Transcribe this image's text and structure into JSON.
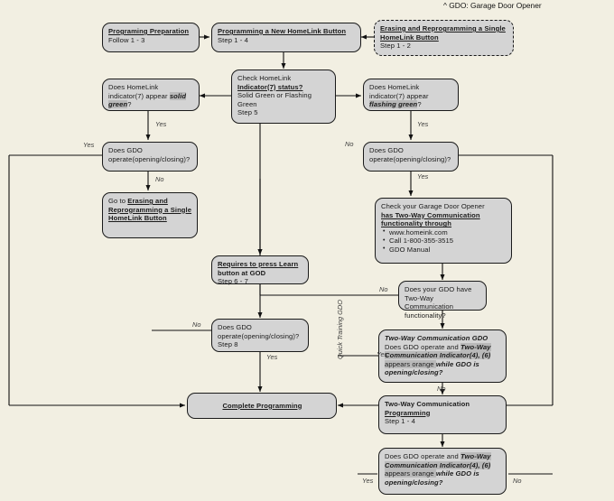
{
  "page": {
    "footnote": "^ GDO: Garage Door Opener",
    "vertical_label": "Quick Training GDO",
    "bg_color": "#f2efe2",
    "node_fill": "#d4d4d4",
    "highlight_color": "#b9b9b9"
  },
  "nodes": {
    "prep": {
      "title": "Programing Preparation",
      "line2": "Follow 1 - 3"
    },
    "program_new": {
      "title": "Programming a New HomeLink Button",
      "line2": "Step 1 - 4"
    },
    "erase_reprogram": {
      "title1": "Erasing and Reprogramming a Single",
      "title2": "HomeLink Button",
      "line3": "Step 1 - 2"
    },
    "check_indicator": {
      "line1": "Check HomeLink",
      "line2": "Indicator(7) status?",
      "line3": "Solid Green or Flashing",
      "line4": "Green",
      "line5": "Step 5"
    },
    "solid_green_q": {
      "pre": "Does HomeLink indicator(7) appear ",
      "hl": "solid green",
      "post": "?"
    },
    "flashing_green_q": {
      "pre": "Does HomeLink indicator(7) appear ",
      "hl": "flashing green",
      "post": "?"
    },
    "gdo_operate_left": {
      "line1": "Does GDO",
      "line2": "operate(opening/closing)?"
    },
    "goto_erase": {
      "pre": "Go to ",
      "link": "Erasing and Reprogramming a Single HomeLink Button"
    },
    "gdo_operate_right": {
      "line1": "Does GDO",
      "line2": "operate(opening/closing)?"
    },
    "check_two_way": {
      "line1": "Check your Garage Door Opener",
      "line2": "has Two-Way Communication",
      "line3": "functionality through",
      "bullets": [
        "www.homeink.com",
        "Call 1-800-355-3515",
        "GDO Manual"
      ]
    },
    "learn_button": {
      "title": "Requires to press Learn",
      "line2": "button at GOD",
      "line3": "Step 6 - 7"
    },
    "gdo_operate_step8": {
      "line1": "Does GDO",
      "line2": "operate(opening/closing)?",
      "line3": "Step 8"
    },
    "has_two_way_q": {
      "line1": "Does your GDO have",
      "line2": "Two-Way Communication",
      "line3": "functionality?"
    },
    "two_way_gdo_q": {
      "heading": "Two-Way Communication GDO",
      "pre": "Does GDO operate and ",
      "hl": "Two-Way Communication Indicator(4), (6)",
      "mid": " appears orange ",
      "post": "while GDO is opening/closing?"
    },
    "two_way_programming": {
      "line1": "Two-Way Communication",
      "line2": "Programming",
      "line3": "Step 1 - 4"
    },
    "final_q": {
      "pre": "Does GDO operate and ",
      "hl": "Two-Way Communication Indicator(4), (6)",
      "mid": " appears orange ",
      "post": "while GDO is opening/closing?"
    },
    "complete": {
      "title": "Complete Programming"
    }
  },
  "edge_labels": {
    "solid_green_yes": "Yes",
    "gdo_left_yes": "Yes",
    "gdo_left_no": "No",
    "flashing_green_yes": "Yes",
    "gdo_right_no": "No",
    "gdo_right_yes": "Yes",
    "step8_no": "No",
    "step8_yes": "Yes",
    "has_two_way_no": "No",
    "has_two_way_yes": "Yes",
    "two_way_gdo_no": "No",
    "final_yes": "Yes",
    "final_no": "No"
  }
}
